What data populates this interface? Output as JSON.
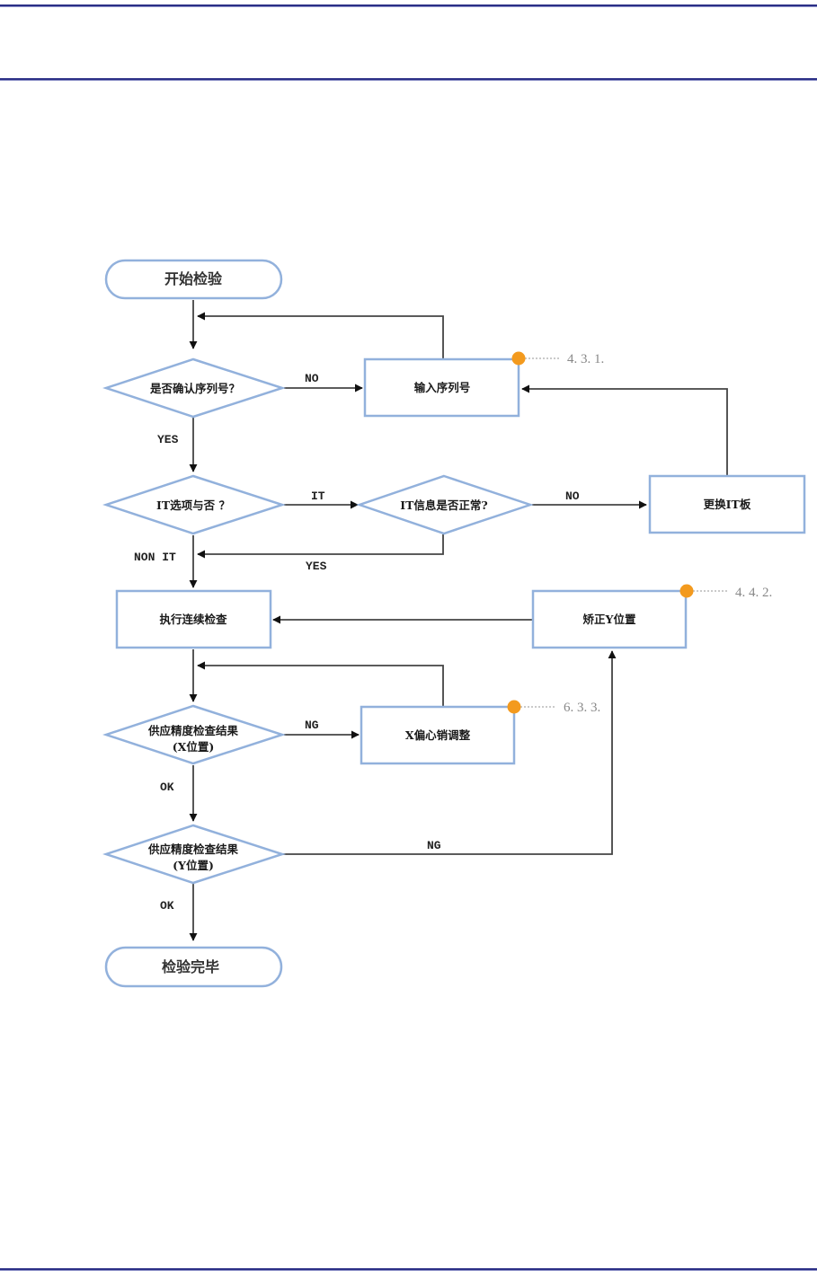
{
  "document": {
    "type": "flowchart"
  },
  "nodes": {
    "start": "开始检验",
    "confirm_serial": "是否确认序列号？",
    "input_serial": "输入序列号",
    "it_option": "IT选项与否 ？",
    "it_info_ok": "IT信息是否正常?",
    "replace_it_board": "更换IT板",
    "run_continuous_check": "执行连续检查",
    "correct_y": "矫正Y位置",
    "check_x_line1": "供应精度检查结果",
    "check_x_line2": "(X位置)",
    "x_pin_adjust": "X偏心销调整",
    "check_y_line1": "供应精度检查结果",
    "check_y_line2": "(Y位置)",
    "end": "检验完毕"
  },
  "edge_labels": {
    "confirm_no": "NO",
    "confirm_yes": "YES",
    "it_option_it": "IT",
    "it_option_non_it": "NON IT",
    "it_info_no": "NO",
    "it_info_yes": "YES",
    "check_x_ng": "NG",
    "check_x_ok": "OK",
    "check_y_ng": "NG",
    "check_y_ok": "OK"
  },
  "references": {
    "input_serial": "4. 3. 1.",
    "correct_y": "4. 4. 2.",
    "x_pin_adjust": "6. 3. 3."
  },
  "colors": {
    "node_border": "#92b1dc",
    "reference_marker": "#f39a1e",
    "header_rule": "#2b2f86"
  }
}
